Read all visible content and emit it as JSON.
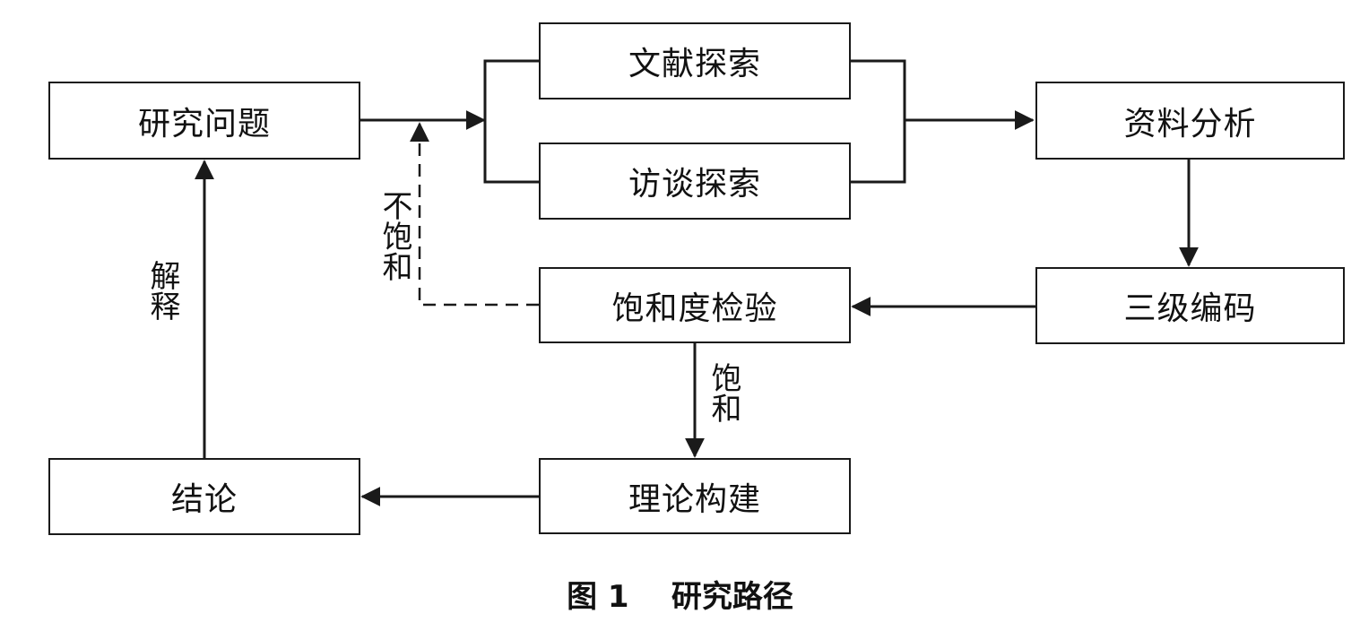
{
  "nodes": {
    "research_question": "研究问题",
    "literature_exploration": "文献探索",
    "interview_exploration": "访谈探索",
    "data_analysis": "资料分析",
    "three_level_coding": "三级编码",
    "saturation_test": "饱和度检验",
    "theory_construction": "理论构建",
    "conclusion": "结论"
  },
  "edge_labels": {
    "not_saturated": "不饱和",
    "saturated": "饱和",
    "interpretation": "解释"
  },
  "caption": {
    "figure_number": "图 1",
    "title": "研究路径"
  },
  "colors": {
    "line": "#1a1a1a",
    "box_border": "#1a1a1a",
    "background": "#ffffff"
  }
}
